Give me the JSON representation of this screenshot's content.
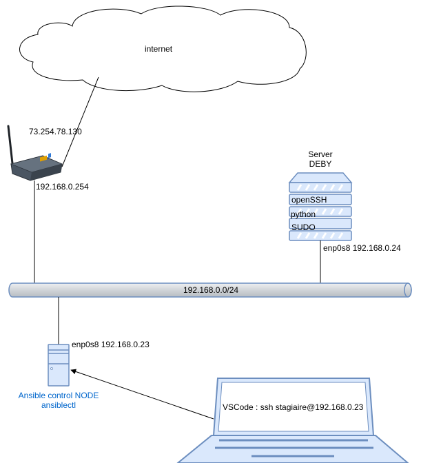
{
  "cloud": {
    "label": "internet"
  },
  "router": {
    "public_ip": "73.254.78.130",
    "lan_ip": "192.168.0.254"
  },
  "server": {
    "title_line1": "Server",
    "title_line2": "DEBY",
    "slots": [
      "openSSH",
      "python",
      "SUDO"
    ],
    "interface": "enp0s8 192.168.0.24"
  },
  "network": {
    "label": "192.168.0.0/24"
  },
  "control_node": {
    "interface": "enp0s8 192.168.0.23",
    "name_line1": "Ansible control NODE",
    "name_line2": "ansiblectl",
    "label_color": "#0066cc"
  },
  "laptop": {
    "screen_text": "VSCode : ssh stagiaire@192.168.0.23"
  },
  "colors": {
    "device_fill": "#dae8fc",
    "device_stroke": "#6c8ebf",
    "pipe_fill": "#d5d8dc",
    "pipe_stroke": "#6c8ebf"
  }
}
